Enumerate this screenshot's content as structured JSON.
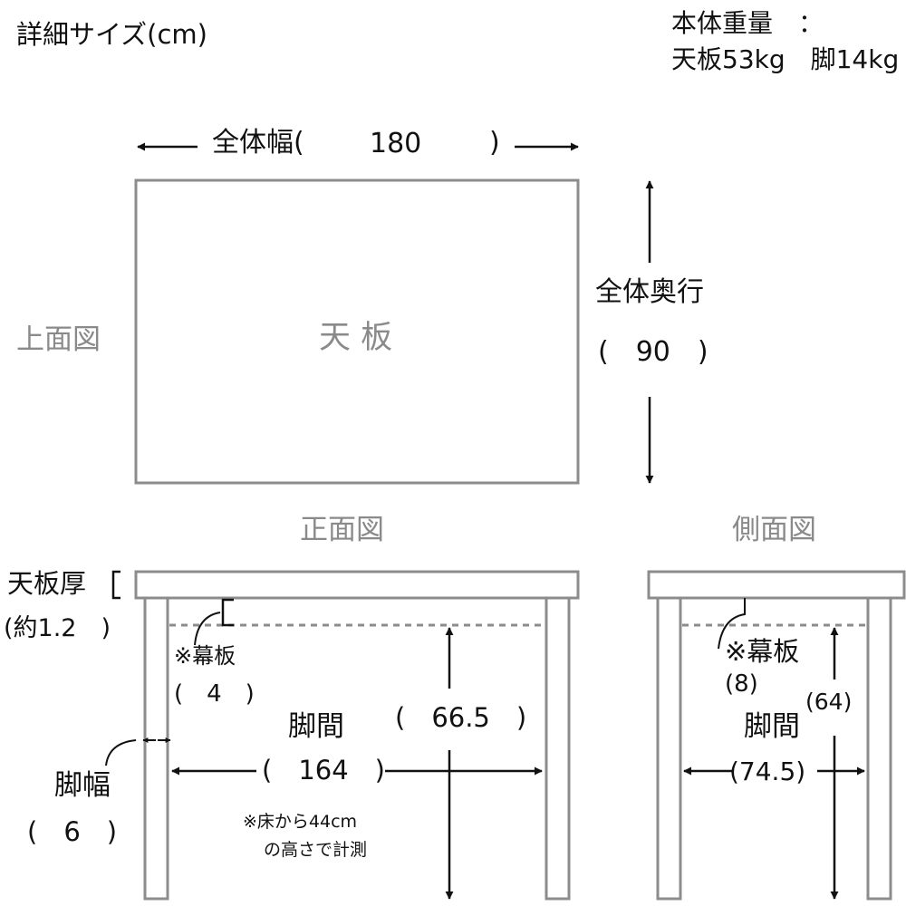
{
  "header": {
    "title": "詳細サイズ(cm)",
    "weight_label": "本体重量　：",
    "weight_values": "天板53kg　脚14kg"
  },
  "top_view": {
    "label": "上面図",
    "top_board": "天 板",
    "width_label": "全体幅(",
    "width_value": "180",
    "width_close": ")",
    "depth_label": "全体奥行",
    "depth_value": "(　90　)"
  },
  "front_view": {
    "label": "正面図",
    "thickness_label": "天板厚",
    "thickness_value": "(約1.2　)",
    "apron_label": "※幕板",
    "apron_value": "(　4　)",
    "between_label": "脚間",
    "between_value": "(　164　)",
    "height_value": "(　66.5　)",
    "note_line1": "※床から44cm",
    "note_line2": "の高さで計測",
    "leg_width_label": "脚幅",
    "leg_width_value": "(　6　)"
  },
  "side_view": {
    "label": "側面図",
    "apron_label": "※幕板",
    "apron_value": "(8)",
    "height_value": "(64)",
    "between_label": "脚間",
    "between_value": "(74.5)"
  },
  "colors": {
    "outline": "#8c8c8c",
    "text_dark": "#111111",
    "text_gray": "#8a8a8a"
  }
}
